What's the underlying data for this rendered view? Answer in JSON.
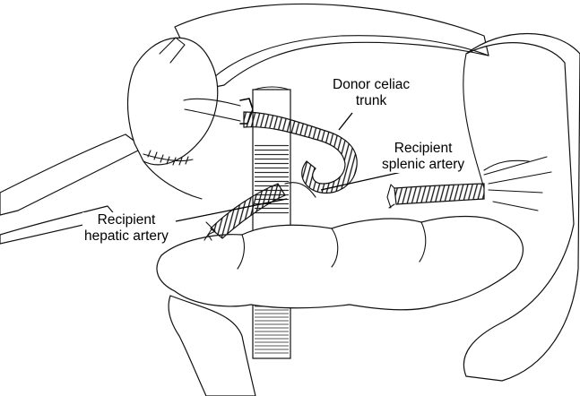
{
  "figure": {
    "labels": {
      "donor_celiac_trunk": [
        "Donor celiac",
        "trunk"
      ],
      "recipient_splenic_artery": [
        "Recipient",
        "splenic artery"
      ],
      "recipient_hepatic_artery": [
        "Recipient",
        "hepatic artery"
      ]
    }
  }
}
